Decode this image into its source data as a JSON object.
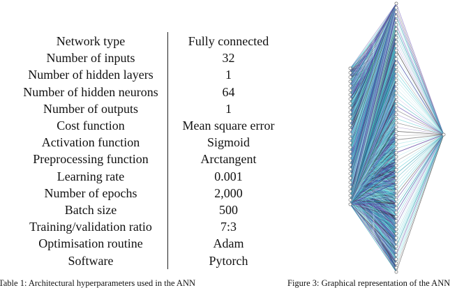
{
  "table": {
    "rows": [
      {
        "key": "Network type",
        "value": "Fully connected"
      },
      {
        "key": "Number of inputs",
        "value": "32"
      },
      {
        "key": "Number of hidden layers",
        "value": "1"
      },
      {
        "key": "Number of hidden neurons",
        "value": "64"
      },
      {
        "key": "Number of outputs",
        "value": "1"
      },
      {
        "key": "Cost function",
        "value": "Mean square error"
      },
      {
        "key": "Activation function",
        "value": "Sigmoid"
      },
      {
        "key": "Preprocessing function",
        "value": "Arctangent"
      },
      {
        "key": "Learning rate",
        "value": "0.001"
      },
      {
        "key": "Number of epochs",
        "value": "2,000"
      },
      {
        "key": "Batch size",
        "value": "500"
      },
      {
        "key": "Training/validation ratio",
        "value": "7:3"
      },
      {
        "key": "Optimisation routine",
        "value": "Adam"
      },
      {
        "key": "Software",
        "value": "Pytorch"
      }
    ]
  },
  "network": {
    "inputs": 32,
    "hidden": 64,
    "outputs": 1,
    "colors": [
      "#4fc9d2",
      "#7fd9dd",
      "#2a9fb0",
      "#5a3f9e",
      "#3b4aa5",
      "#8e7cc8",
      "#a8e3e8",
      "#3a3a3a"
    ]
  },
  "captions": {
    "table_caption": "Table 1: Architectural hyperparameters used in the ANN",
    "figure_caption": "Figure 3: Graphical representation of the ANN"
  }
}
